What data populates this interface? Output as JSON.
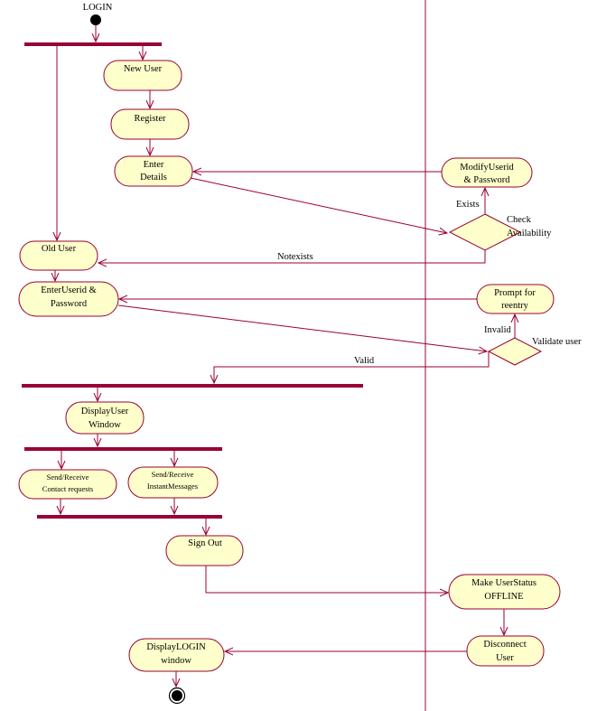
{
  "diagram": {
    "start_label": "LOGIN",
    "nodes": {
      "new_user": "New User",
      "register": "Register",
      "enter_details": [
        "Enter",
        "Details"
      ],
      "modify_userid": [
        "ModifyUserid",
        "& Password"
      ],
      "check_availability": [
        "Check",
        "Availability"
      ],
      "old_user": "Old User",
      "enter_userid": [
        "EnterUserid &",
        "Password"
      ],
      "prompt_reentry": [
        "Prompt for",
        "reentry"
      ],
      "validate_user": "Validate user",
      "display_user_window": [
        "DisplayUser",
        "Window"
      ],
      "send_contact_requests": [
        "Send/Receive",
        "Contact requests"
      ],
      "send_instant_messages": [
        "Send/Receive",
        "InstantMessages"
      ],
      "sign_out": "Sign Out",
      "make_user_offline": [
        "Make UserStatus",
        "OFFLINE"
      ],
      "disconnect_user": [
        "Disconnect",
        "User"
      ],
      "display_login_window": [
        "DisplayLOGIN",
        "window"
      ]
    },
    "edges": {
      "exists": "Exists",
      "not_exists": "Notexists",
      "invalid": "Invalid",
      "valid": "Valid"
    }
  }
}
